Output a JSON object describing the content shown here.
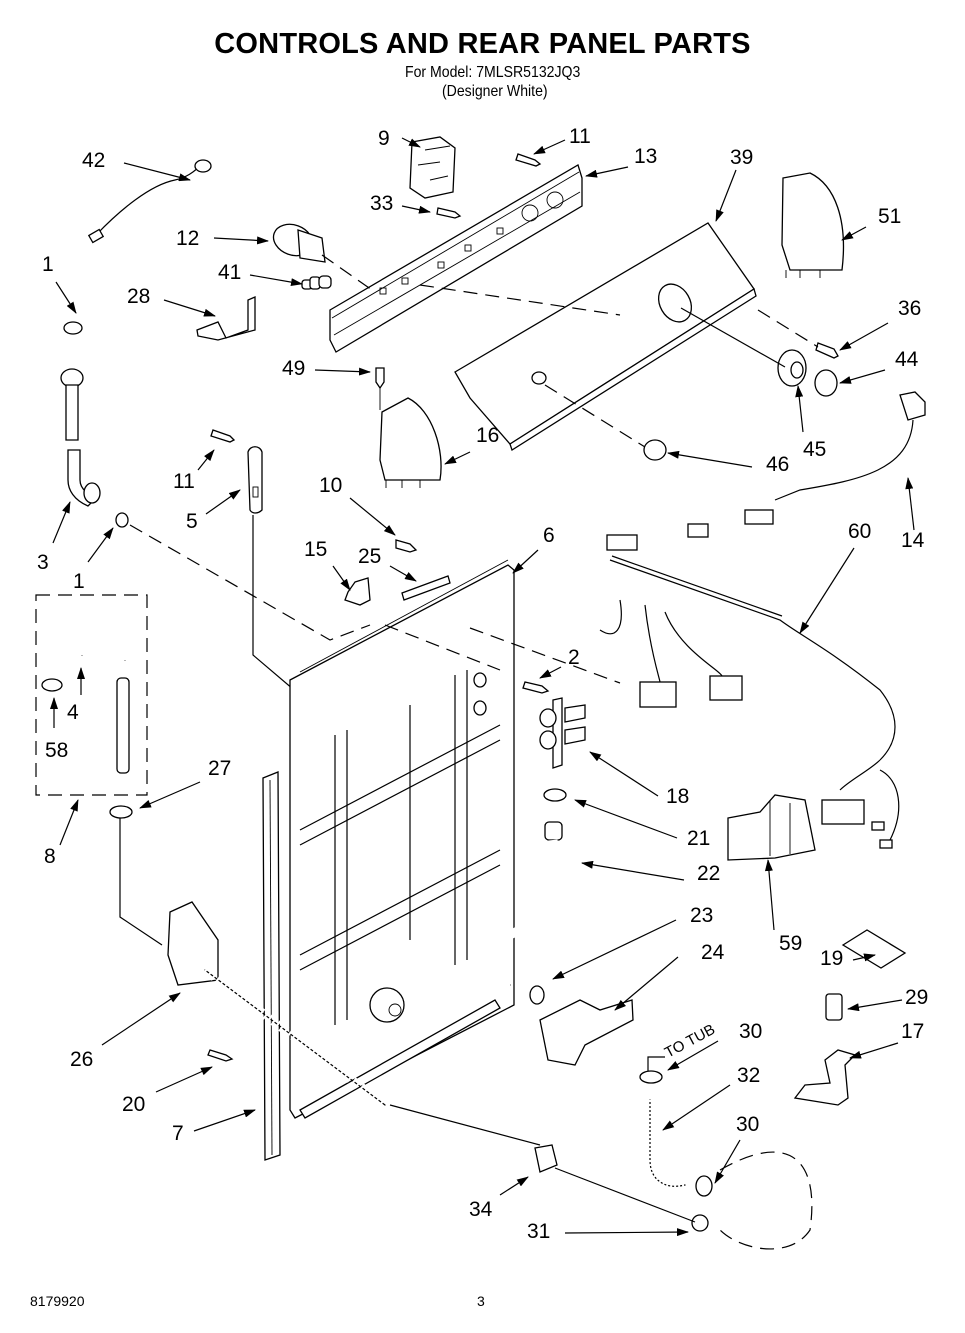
{
  "header": {
    "title": "CONTROLS AND REAR PANEL PARTS",
    "model_line": "For Model: 7MLSR5132JQ3",
    "variant_line": "(Designer White)"
  },
  "footer": {
    "document_number": "8179920",
    "page_number": "3"
  },
  "annotations": {
    "to_tub": "TO TUB"
  },
  "callouts": [
    {
      "id": "42",
      "part": "ground-wire"
    },
    {
      "id": "9",
      "part": "timer-switch"
    },
    {
      "id": "11",
      "part": "screw-console"
    },
    {
      "id": "13",
      "part": "console-bracket"
    },
    {
      "id": "39",
      "part": "console-panel"
    },
    {
      "id": "33",
      "part": "screw-switch"
    },
    {
      "id": "12",
      "part": "timer"
    },
    {
      "id": "51",
      "part": "end-cap-right"
    },
    {
      "id": "41",
      "part": "switch-knob-bushing"
    },
    {
      "id": "1",
      "part": "washer-top"
    },
    {
      "id": "28",
      "part": "clip-bracket"
    },
    {
      "id": "36",
      "part": "screw-end-cap"
    },
    {
      "id": "49",
      "part": "screw-end-cap-left"
    },
    {
      "id": "44",
      "part": "knob-timer"
    },
    {
      "id": "16",
      "part": "end-cap-left"
    },
    {
      "id": "46",
      "part": "knob-switch"
    },
    {
      "id": "45",
      "part": "timer-dial-skirt"
    },
    {
      "id": "11",
      "part": "screw-strap"
    },
    {
      "id": "5",
      "part": "strap"
    },
    {
      "id": "10",
      "part": "screw-rear-panel"
    },
    {
      "id": "14",
      "part": "power-cord"
    },
    {
      "id": "60",
      "part": "wire-harness"
    },
    {
      "id": "3",
      "part": "fill-hose"
    },
    {
      "id": "1",
      "part": "washer-fill"
    },
    {
      "id": "15",
      "part": "cord-clip"
    },
    {
      "id": "25",
      "part": "channel"
    },
    {
      "id": "6",
      "part": "rear-panel"
    },
    {
      "id": "2",
      "part": "screw-valve"
    },
    {
      "id": "4",
      "part": "drain-hose-hook"
    },
    {
      "id": "58",
      "part": "clamp-hose"
    },
    {
      "id": "27",
      "part": "clamp-drain"
    },
    {
      "id": "18",
      "part": "water-valve"
    },
    {
      "id": "8",
      "part": "drain-hose-kit"
    },
    {
      "id": "21",
      "part": "clamp-inlet"
    },
    {
      "id": "22",
      "part": "inlet-hose"
    },
    {
      "id": "59",
      "part": "shield"
    },
    {
      "id": "23",
      "part": "clamp-siphon"
    },
    {
      "id": "24",
      "part": "siphon-break"
    },
    {
      "id": "19",
      "part": "wiring-diagram"
    },
    {
      "id": "29",
      "part": "capacitor"
    },
    {
      "id": "26",
      "part": "hose-guide"
    },
    {
      "id": "30",
      "part": "clamp-tub-hose-top"
    },
    {
      "id": "17",
      "part": "capacitor-bracket"
    },
    {
      "id": "20",
      "part": "screw-side"
    },
    {
      "id": "32",
      "part": "tub-hose"
    },
    {
      "id": "7",
      "part": "side-trim"
    },
    {
      "id": "30",
      "part": "clamp-tub-hose-bottom"
    },
    {
      "id": "34",
      "part": "clamp-drain-hose"
    },
    {
      "id": "31",
      "part": "clamp-pump"
    }
  ]
}
